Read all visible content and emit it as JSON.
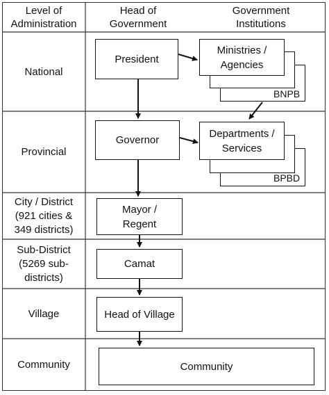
{
  "headers": {
    "level": "Level of\nAdministration",
    "head": "Head of\nGovernment",
    "institutions": "Government\nInstitutions"
  },
  "levels": [
    {
      "label": "National"
    },
    {
      "label": "Provincial"
    },
    {
      "label": "City / District\n(921 cities &\n349 districts)"
    },
    {
      "label": "Sub-District\n(5269 sub-\ndistricts)"
    },
    {
      "label": "Village"
    },
    {
      "label": "Community"
    }
  ],
  "heads": {
    "president": "President",
    "governor": "Governor",
    "mayor": "Mayor /\nRegent",
    "camat": "Camat",
    "village_head": "Head of Village",
    "community": "Community"
  },
  "institutions": {
    "national": {
      "front": "Ministries /\nAgencies",
      "back_label": "BNPB"
    },
    "provincial": {
      "front": "Departments /\nServices",
      "back_label": "BPBD"
    }
  }
}
